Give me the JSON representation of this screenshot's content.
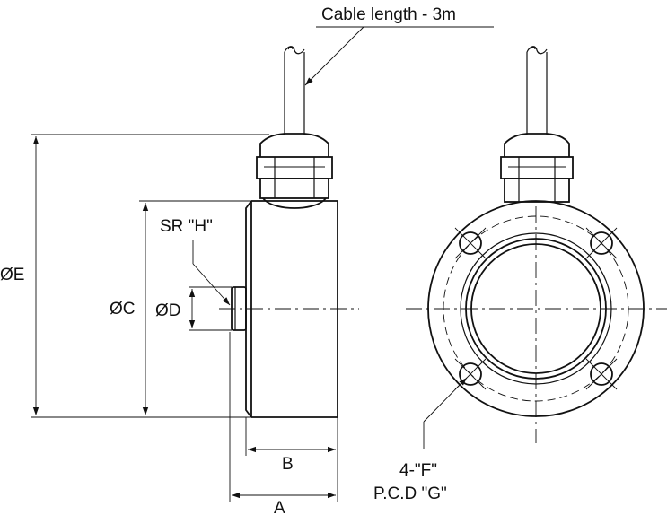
{
  "labels": {
    "cable": "Cable length - 3m",
    "sr": "SR \"H\"",
    "dia_e": "ØE",
    "dia_c": "ØC",
    "dia_d": "ØD",
    "dim_b": "B",
    "dim_a": "A",
    "holes": "4-\"F\"",
    "pcd": "P.C.D \"G\""
  }
}
